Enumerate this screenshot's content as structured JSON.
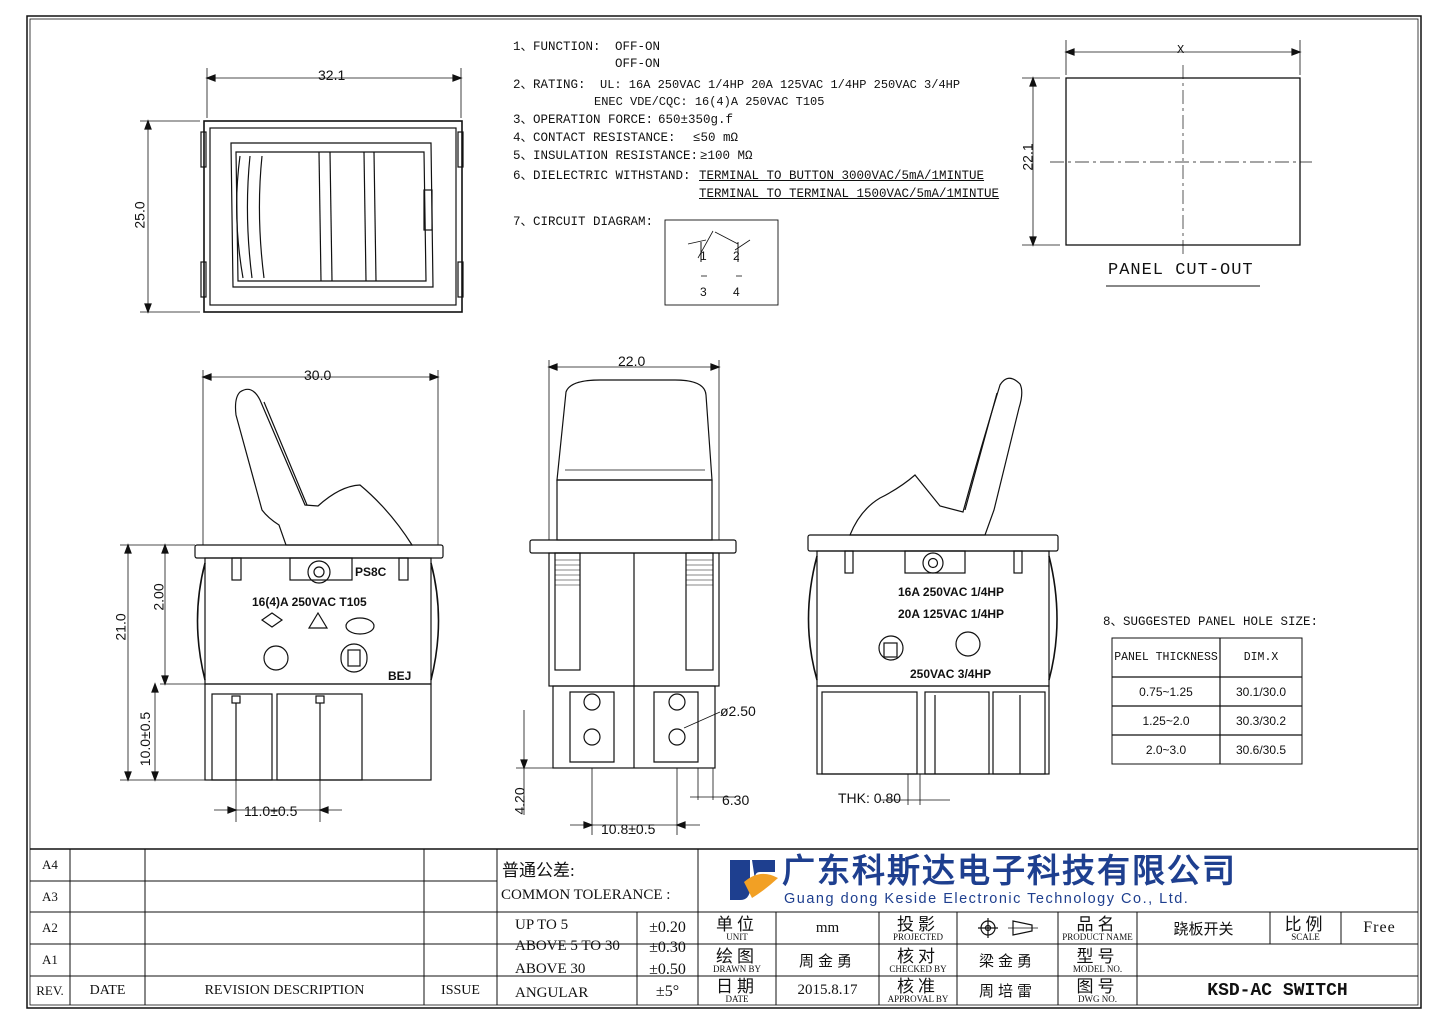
{
  "spec": {
    "items": [
      {
        "label": "1、FUNCTION:",
        "lines": [
          "OFF-ON",
          "OFF-ON"
        ]
      },
      {
        "label": "2、RATING:",
        "lines": [
          "UL: 16A 250VAC 1/4HP  20A 125VAC 1/4HP 250VAC 3/4HP",
          "ENEC VDE/CQC: 16(4)A 250VAC T105"
        ]
      },
      {
        "label": "3、OPERATION FORCE:",
        "lines": [
          "650±350g.f"
        ]
      },
      {
        "label": "4、CONTACT RESISTANCE:",
        "lines": [
          "≤50 mΩ"
        ]
      },
      {
        "label": "5、INSULATION RESISTANCE:",
        "lines": [
          "≥100 MΩ"
        ]
      },
      {
        "label": "6、DIELECTRIC WITHSTAND:",
        "lines": [
          "TERMINAL TO BUTTON 3000VAC/5mA/1MINTUE",
          "TERMINAL TO TERMINAL 1500VAC/5mA/1MINTUE"
        ]
      },
      {
        "label": "7、CIRCUIT DIAGRAM:",
        "lines": []
      }
    ],
    "circuit_pins": [
      "1",
      "2",
      "3",
      "4"
    ]
  },
  "panel_cutout": {
    "title": "PANEL CUT-OUT",
    "x_label": "X",
    "height": "22.1"
  },
  "top_view": {
    "width": "32.1",
    "height": "25.0"
  },
  "front_view": {
    "width": "30.0",
    "height": "21.0",
    "dim_top": "2.00",
    "dim_pins": "10.0±0.5",
    "pin_spacing": "11.0±0.5",
    "label_model": "PS8C",
    "label_rating": "16(4)A 250VAC T105",
    "label_maker": "BEJ"
  },
  "side_view": {
    "width": "22.0",
    "hole": "ø2.50",
    "pin_len": "4.20",
    "tab_width": "6.30",
    "pin_spacing": "10.8±0.5"
  },
  "back_view": {
    "rating1": "16A 250VAC 1/4HP",
    "rating2": "20A 125VAC 1/4HP",
    "rating3": "250VAC 3/4HP",
    "thk": "THK: 0.80"
  },
  "panel_hole": {
    "title": "8、SUGGESTED PANEL HOLE SIZE:",
    "headers": [
      "PANEL THICKNESS",
      "DIM.X"
    ],
    "rows": [
      [
        "0.75~1.25",
        "30.1/30.0"
      ],
      [
        "1.25~2.0",
        "30.3/30.2"
      ],
      [
        "2.0~3.0",
        "30.6/30.5"
      ]
    ]
  },
  "title_block": {
    "revisions": [
      "A4",
      "A3",
      "A2",
      "A1"
    ],
    "rev_headers": [
      "REV.",
      "DATE",
      "REVISION DESCRIPTION",
      "ISSUE"
    ],
    "tolerance_title_cn": "普通公差:",
    "tolerance_title_en": "COMMON TOLERANCE :",
    "tolerances": [
      [
        "UP TO 5",
        "±0.20"
      ],
      [
        "ABOVE 5 TO 30",
        "±0.30"
      ],
      [
        "ABOVE 30",
        "±0.50"
      ],
      [
        "ANGULAR",
        "±5°"
      ]
    ],
    "company_cn": "广东科斯达电子科技有限公司",
    "company_en": "Guang dong Keside  Electronic Technology Co., Ltd.",
    "unit_cn": "单位",
    "unit_en": "UNIT",
    "unit_value": "mm",
    "projected_cn": "投影",
    "projected_en": "PROJECTED",
    "product_name_cn": "品名",
    "product_name_en": "PRODUCT NAME",
    "product_name_value": "跷板开关",
    "scale_cn": "比例",
    "scale_en": "SCALE",
    "scale_value": "Free",
    "drawn_cn": "绘图",
    "drawn_en": "DRAWN BY",
    "drawn_value": "周金勇",
    "checked_cn": "核对",
    "checked_en": "CHECKED BY",
    "checked_value": "梁金勇",
    "model_cn": "型号",
    "model_en": "MODEL NO.",
    "date_cn": "日期",
    "date_en": "DATE",
    "date_value": "2015.8.17",
    "approval_cn": "核准",
    "approval_en": "APPROVAL BY",
    "approval_value": "周培雷",
    "dwg_cn": "图号",
    "dwg_en": "DWG NO.",
    "dwg_value": "KSD-AC SWITCH"
  }
}
